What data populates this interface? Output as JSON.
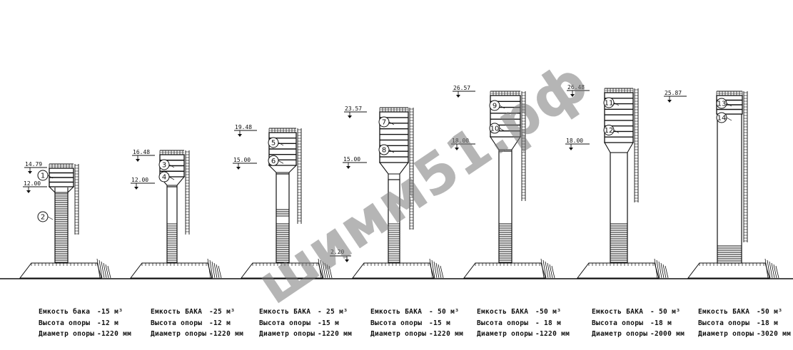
{
  "watermark": "шимм51.рф",
  "ground_label": "2.20",
  "towers": [
    {
      "elevations": [
        "14.79",
        "12.00"
      ],
      "callouts": [
        "1",
        "2"
      ],
      "captions": [
        {
          "key": "Емкость бака",
          "val": "-15 м³"
        },
        {
          "key": "Высота опоры",
          "val": "-12 м"
        },
        {
          "key": "Диаметр опоры",
          "val": "-1220 мм"
        }
      ]
    },
    {
      "elevations": [
        "16.48",
        "12.00"
      ],
      "callouts": [
        "3",
        "4"
      ],
      "captions": [
        {
          "key": "Емкость БАКА",
          "val": "-25 м³"
        },
        {
          "key": "Высота опоры",
          "val": "-12 м"
        },
        {
          "key": "Диаметр опоры",
          "val": "-1220 мм"
        }
      ]
    },
    {
      "elevations": [
        "19.48",
        "15.00"
      ],
      "callouts": [
        "5",
        "6"
      ],
      "captions": [
        {
          "key": "Емкость БАКА",
          "val": "- 25 м³"
        },
        {
          "key": "Высота опоры",
          "val": "-15 м"
        },
        {
          "key": "Диаметр опоры",
          "val": "-1220 мм"
        }
      ]
    },
    {
      "elevations": [
        "23.57",
        "15.00"
      ],
      "callouts": [
        "7",
        "8"
      ],
      "captions": [
        {
          "key": "Емкость БАКА",
          "val": "- 50 м³"
        },
        {
          "key": "Высота опоры",
          "val": "-15 м"
        },
        {
          "key": "Диаметр опоры",
          "val": "-1220 мм"
        }
      ]
    },
    {
      "elevations": [
        "26.57",
        "18.00"
      ],
      "callouts": [
        "9",
        "10"
      ],
      "captions": [
        {
          "key": "Емкость БАКА",
          "val": "-50 м³"
        },
        {
          "key": "Высота опоры",
          "val": "- 18 м"
        },
        {
          "key": "Диаметр опоры",
          "val": "-1220 мм"
        }
      ]
    },
    {
      "elevations": [
        "26.48",
        "18.00"
      ],
      "callouts": [
        "11",
        "12"
      ],
      "captions": [
        {
          "key": "Емкость БАКА",
          "val": "- 50 м³"
        },
        {
          "key": "Высота опоры",
          "val": "-18 м"
        },
        {
          "key": "Диаметр опоры",
          "val": "-2000 мм"
        }
      ]
    },
    {
      "elevations": [
        "25.87"
      ],
      "callouts": [
        "13",
        "14"
      ],
      "captions": [
        {
          "key": "Емкость БАКА",
          "val": "-50 м³"
        },
        {
          "key": "Высота опоры",
          "val": "-18 м"
        },
        {
          "key": "Диаметр опоры",
          "val": "-3020 мм"
        }
      ]
    }
  ]
}
